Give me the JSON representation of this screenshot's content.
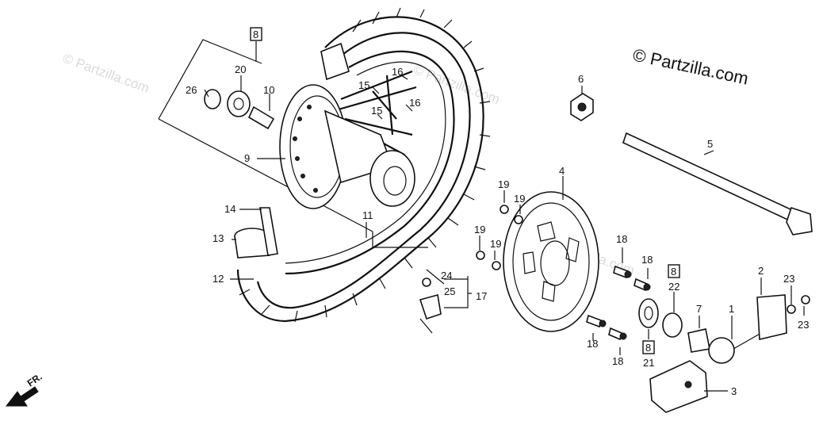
{
  "watermark": "© Partzilla.com",
  "direction_label": "FR.",
  "boxed_mark": "8",
  "callouts": {
    "n1": "1",
    "n2": "2",
    "n3": "3",
    "n4": "4",
    "n5": "5",
    "n6": "6",
    "n7": "7",
    "n9": "9",
    "n10": "10",
    "n11": "11",
    "n12": "12",
    "n13": "13",
    "n14": "14",
    "n15": "15",
    "n16": "16",
    "n17": "17",
    "n18": "18",
    "n19": "19",
    "n20": "20",
    "n21": "21",
    "n22": "22",
    "n23": "23",
    "n24": "24",
    "n25": "25",
    "n26": "26"
  }
}
